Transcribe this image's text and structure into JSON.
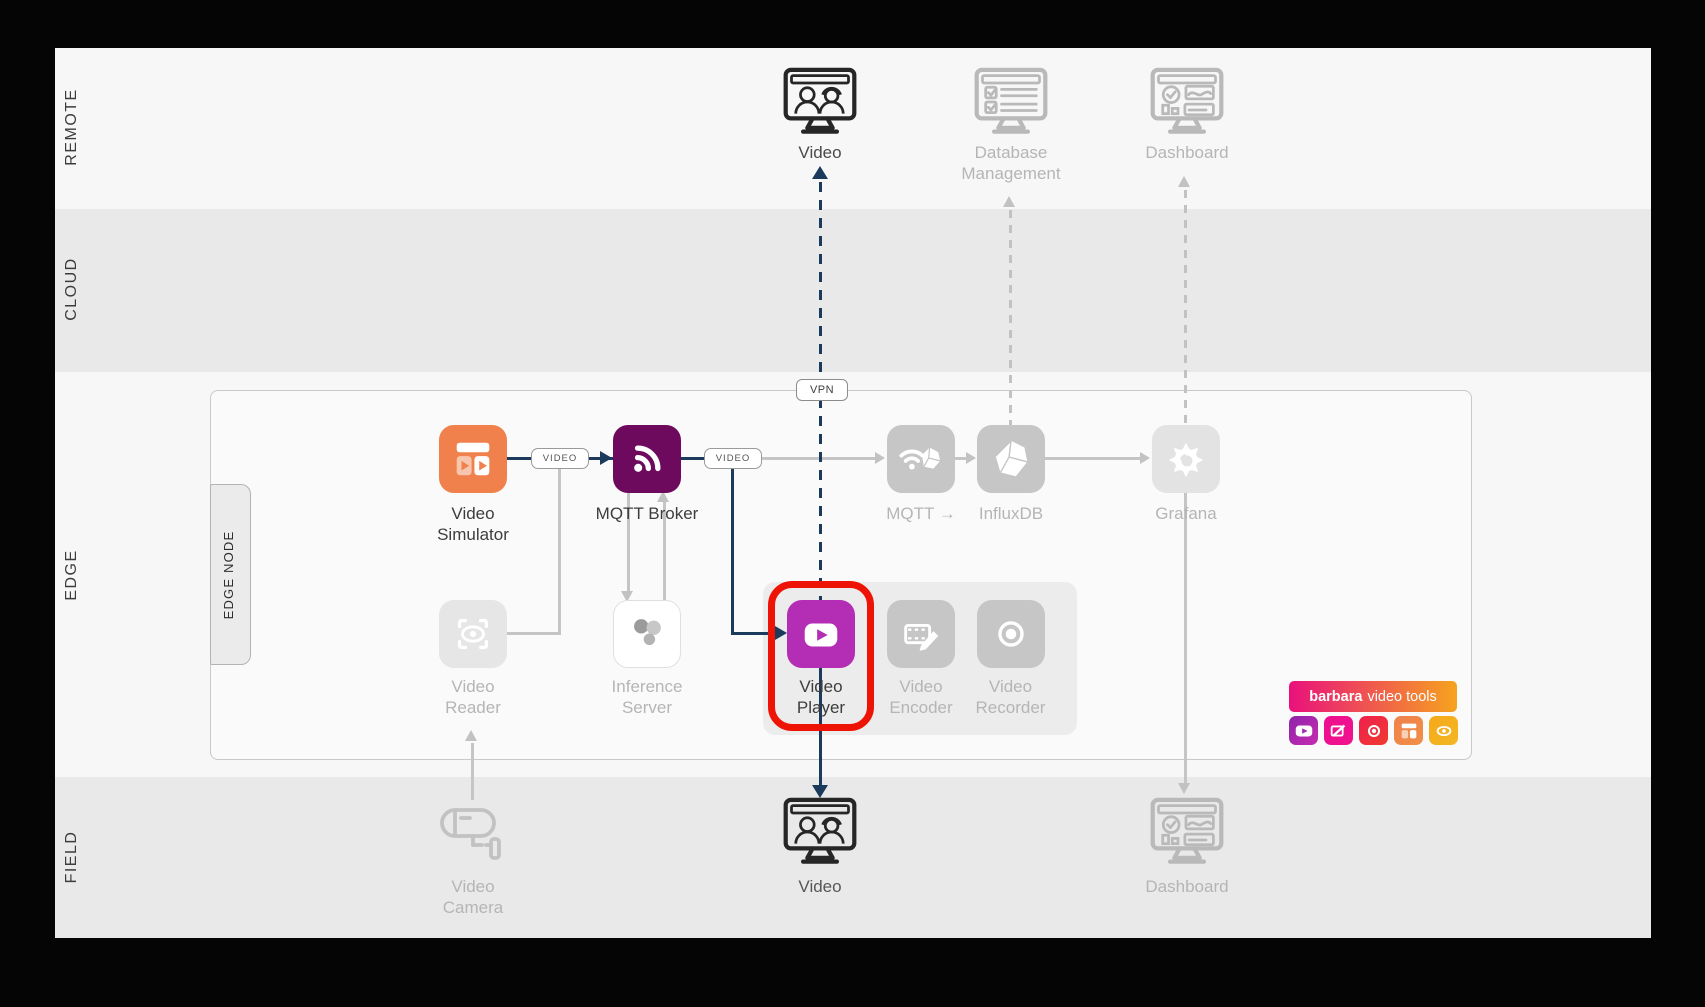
{
  "lanes": {
    "remote": "REMOTE",
    "cloud": "CLOUD",
    "edge": "EDGE",
    "field": "FIELD"
  },
  "edge_node": {
    "label": "EDGE NODE"
  },
  "badges": {
    "vpn": "VPN",
    "video": "VIDEO"
  },
  "remote_nodes": {
    "video": "Video",
    "database_management": "Database Management",
    "dashboard": "Dashboard"
  },
  "edge_nodes": {
    "video_simulator": "Video Simulator",
    "mqtt_broker": "MQTT Broker",
    "mqtt_bridge": "MQTT →",
    "influxdb": "InfluxDB",
    "grafana": "Grafana",
    "video_reader": "Video Reader",
    "inference_server": "Inference Server",
    "video_player": "Video Player",
    "video_encoder": "Video Encoder",
    "video_recorder": "Video Recorder"
  },
  "field_nodes": {
    "video_camera": "Video Camera",
    "video": "Video",
    "dashboard": "Dashboard"
  },
  "branding": {
    "name": "barbara",
    "product": "video tools"
  },
  "colors": {
    "simulator_orange": "#f0814c",
    "broker_purple": "#6e0a5e",
    "player_magenta": "#b32db5",
    "highlight_red": "#ee1405",
    "arrow_navy": "#1c3a5c",
    "line_gray": "#c5c5c5",
    "icon_gray": "#c6c6c6",
    "icon_light_gray": "#e3e3e3",
    "lane_light": "#f7f7f8",
    "lane_gray": "#e9e9ea"
  }
}
